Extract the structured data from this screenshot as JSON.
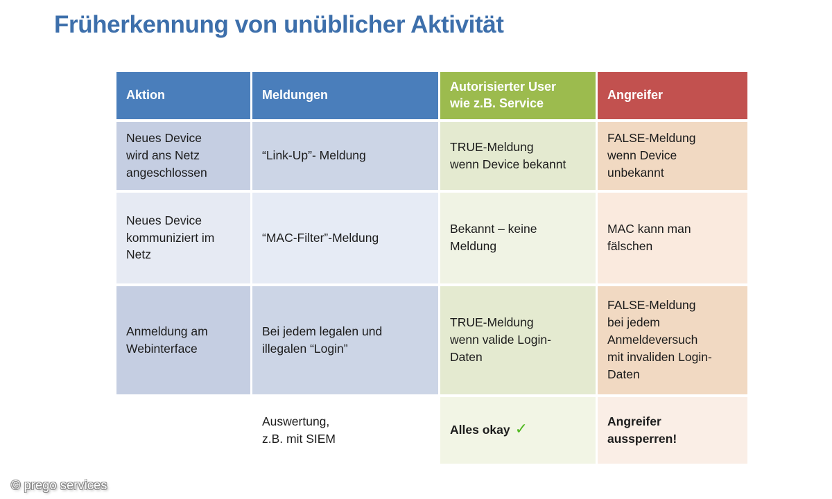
{
  "slide": {
    "title": "Früherkennung von unüblicher Aktivität",
    "title_color": "#3d6fab",
    "footer": "© prego services"
  },
  "table": {
    "headers": [
      {
        "label": "Aktion",
        "color": "#4a7ebb"
      },
      {
        "label": "Meldungen",
        "color": "#4a7ebb"
      },
      {
        "label": "Autorisierter User\nwie z.B. Service",
        "color": "#9cbb4e"
      },
      {
        "label": "Angreifer",
        "color": "#c2514f"
      }
    ],
    "rows": [
      {
        "aktion": "Neues Device\nwird ans Netz\nangeschlossen",
        "meldungen": "“Link-Up”- Meldung",
        "user": "TRUE-Meldung\nwenn Device bekannt",
        "angreifer": "FALSE-Meldung\nwenn Device\nunbekannt"
      },
      {
        "aktion": "Neues Device\nkommuniziert im\nNetz",
        "meldungen": "“MAC-Filter”-Meldung",
        "user": "Bekannt – keine\nMeldung",
        "angreifer": "MAC kann man\nfälschen"
      },
      {
        "aktion": "Anmeldung am\nWebinterface",
        "meldungen": "Bei jedem legalen und\nillegalen “Login”",
        "user": "TRUE-Meldung\nwenn valide Login-\nDaten",
        "angreifer": "FALSE-Meldung\nbei jedem\nAnmeldeversuch\nmit invaliden Login-\nDaten"
      }
    ],
    "summary_row": {
      "aktion": "",
      "meldungen": "Auswertung,\nz.B. mit SIEM",
      "user": "Alles okay",
      "user_icon": "✓",
      "user_icon_color": "#4fb81f",
      "angreifer": "Angreifer\naussperren!"
    }
  }
}
